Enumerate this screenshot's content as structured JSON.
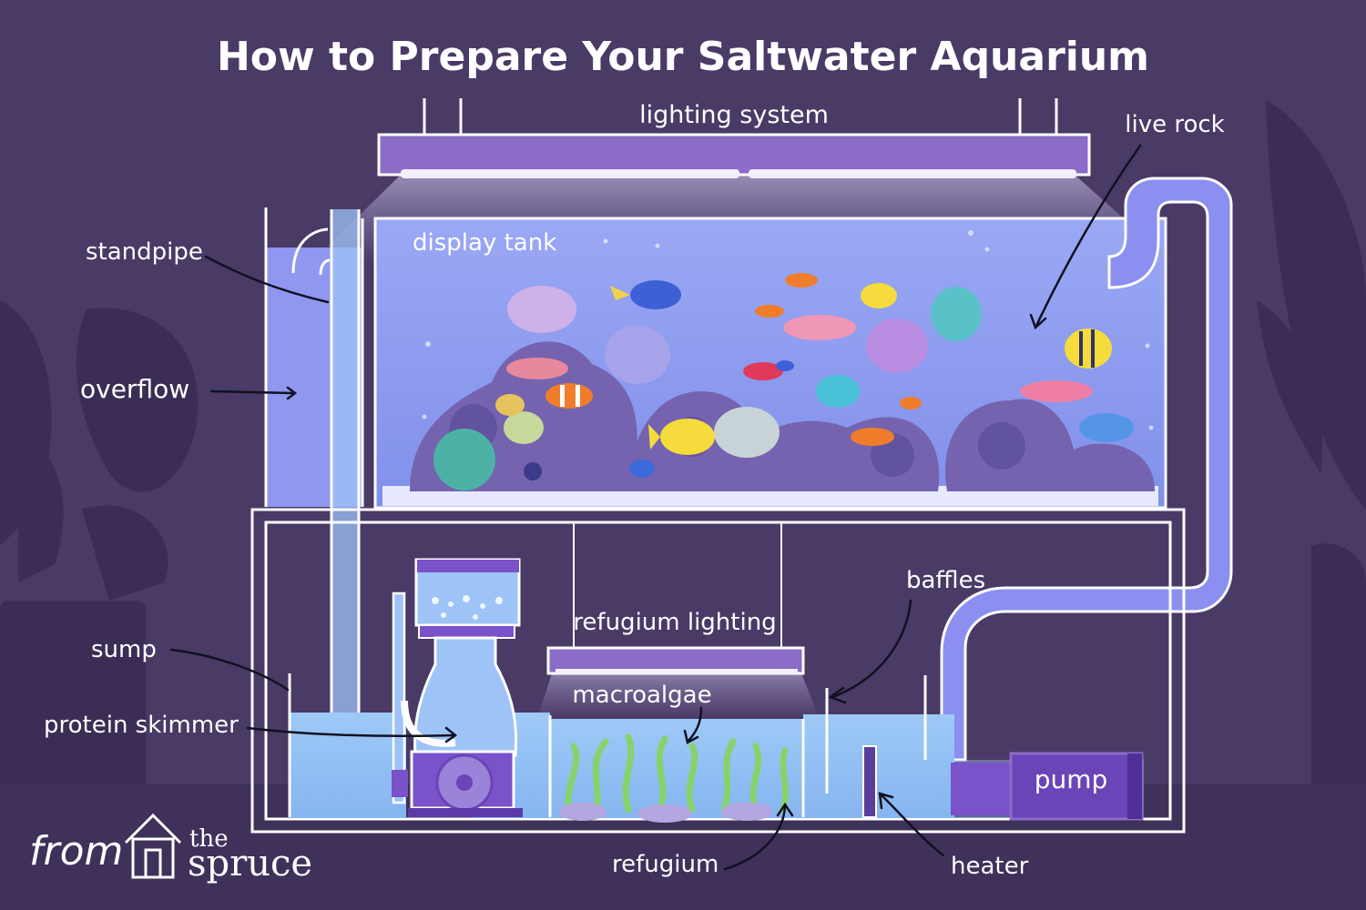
{
  "title": "How to Prepare Your Saltwater Aquarium",
  "labels": {
    "lighting_system": "lighting system",
    "live_rock": "live rock",
    "standpipe": "standpipe",
    "display_tank": "display tank",
    "overflow": "overflow",
    "refugium_lighting": "refugium lighting",
    "baffles": "baffles",
    "macroalgae": "macroalgae",
    "sump": "sump",
    "protein_skimmer": "protein skimmer",
    "pump": "pump",
    "refugium": "refugium",
    "heater": "heater"
  },
  "branding": {
    "from": "from",
    "the": "the",
    "spruce": "spruce"
  },
  "colors": {
    "background": "#4a3a66",
    "water": "#8fa3f2",
    "sump_water": "#8ec0f5",
    "outline": "#ffffff",
    "light_fixture": "#8b6cc7",
    "silhouette": "#3b2d55"
  }
}
